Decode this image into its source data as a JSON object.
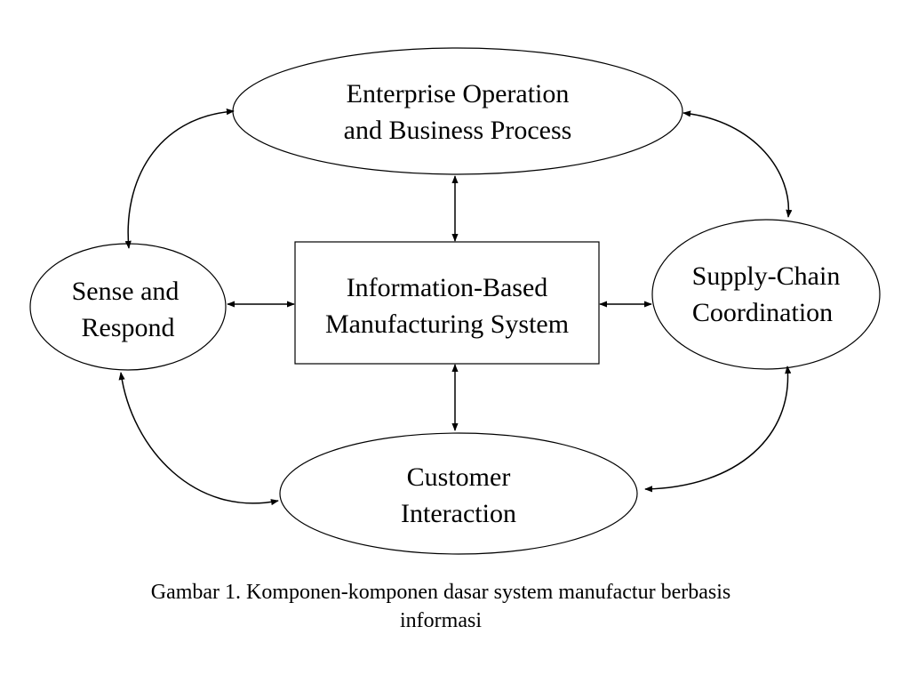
{
  "diagram": {
    "center": {
      "line1": "Information-Based",
      "line2": "Manufacturing System"
    },
    "top": {
      "line1": "Enterprise Operation",
      "line2": "and Business Process"
    },
    "left": {
      "line1": "Sense and",
      "line2": "Respond"
    },
    "right": {
      "line1": "Supply-Chain",
      "line2": "Coordination"
    },
    "bottom": {
      "line1": "Customer",
      "line2": "Interaction"
    }
  },
  "caption": {
    "line1": "Gambar 1. Komponen-komponen dasar system manufactur berbasis",
    "line2": "informasi"
  }
}
